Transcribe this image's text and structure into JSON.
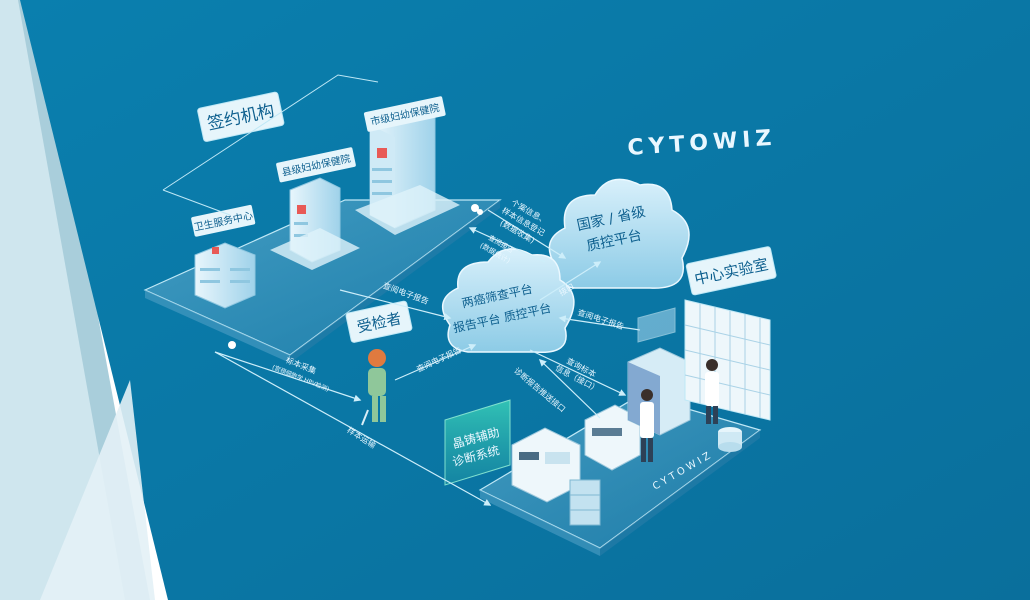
{
  "brand": "CYTOWIZ",
  "colors": {
    "background": "#0a7aa8",
    "accent_light": "#bfe8f6",
    "label_box": "#e6f5fb",
    "label_text": "#0d5f8e",
    "cross_red": "#e85a56"
  },
  "nodes": {
    "signing_org": "签约机构",
    "city_hospital": "市级妇幼保健院",
    "county_hospital": "县级妇幼保健院",
    "health_center": "卫生服务中心",
    "examinee": "受检者",
    "national_platform": [
      "国家 / 省级",
      "质控平台"
    ],
    "screening_platform": [
      "两癌筛查平台",
      "报告平台 质控平台"
    ],
    "central_lab": "中心实验室",
    "assist_system": [
      "晶铸辅助",
      "诊断系统"
    ],
    "lab_brand": "CYTOWIZ"
  },
  "edges": {
    "case_info": [
      "个案信息、",
      "样本信息登记",
      "(数据收集)"
    ],
    "query_report": [
      "查阅报告",
      "(数据统计)"
    ],
    "interface_1": "接口",
    "view_report_left": "查阅电子报告",
    "view_report_examinee": "查阅电子报告",
    "view_report_lab": "查阅电子报告",
    "specimen_collect": [
      "标本采集",
      "(宫颈细胞学 HPV检测)"
    ],
    "specimen_transport": "样本运输",
    "diagnosis_interface": "诊断报告推送接口",
    "query_specimen": [
      "查询标本",
      "信息（接口）"
    ]
  }
}
